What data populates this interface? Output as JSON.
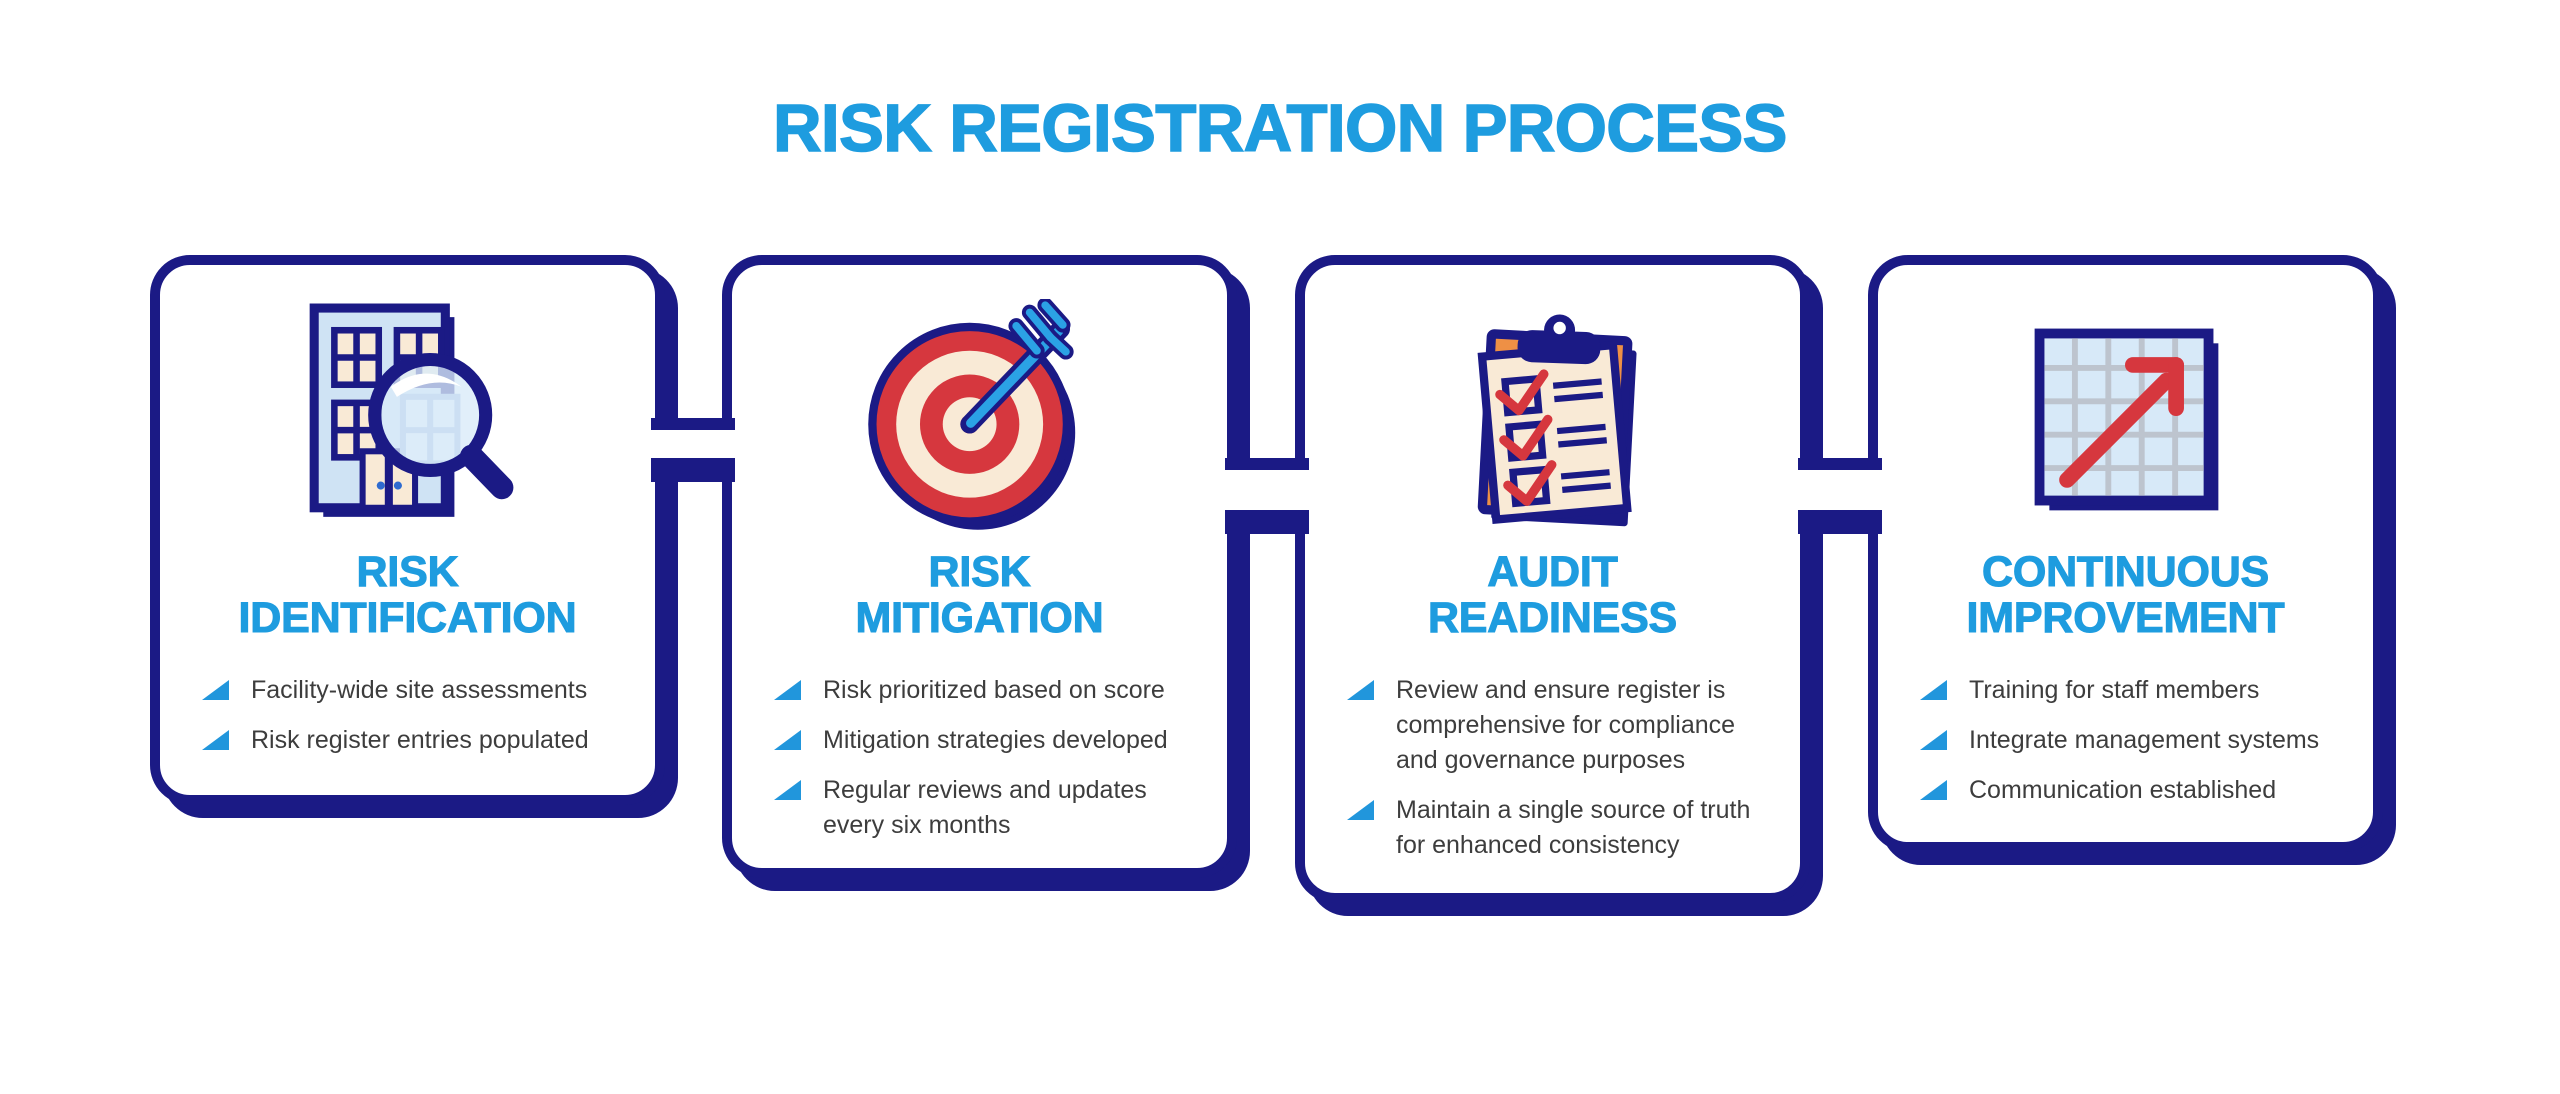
{
  "header": {
    "title": "RISK REGISTRATION PROCESS"
  },
  "colors": {
    "navy_outline": "#1B1A85",
    "accent_blue": "#1E9CDF",
    "bullet_blue": "#2196DC",
    "body_text": "#3D3D3D",
    "red": "#D6373E",
    "cream": "#F9EAD6",
    "orange": "#EE9045",
    "icon_light_blue": "#CFE3F4",
    "grid_gray": "#BDC4CE",
    "background": "#FFFFFF"
  },
  "steps": [
    {
      "title": "RISK\nIDENTIFICATION",
      "icon": "building-magnifier-icon",
      "bullets": [
        "Facility-wide site assessments",
        "Risk register entries populated"
      ]
    },
    {
      "title": "RISK\nMITIGATION",
      "icon": "target-arrow-icon",
      "bullets": [
        "Risk prioritized based on score",
        "Mitigation strategies developed",
        "Regular reviews and updates\nevery six months"
      ]
    },
    {
      "title": "AUDIT\nREADINESS",
      "icon": "clipboard-checklist-icon",
      "bullets": [
        "Review and ensure register is\ncomprehensive for compliance\nand governance purposes",
        "Maintain a single source of truth\nfor enhanced consistency"
      ]
    },
    {
      "title": "CONTINUOUS\nIMPROVEMENT",
      "icon": "growth-chart-icon",
      "bullets": [
        "Training for staff members",
        "Integrate management systems",
        "Communication established"
      ]
    }
  ]
}
